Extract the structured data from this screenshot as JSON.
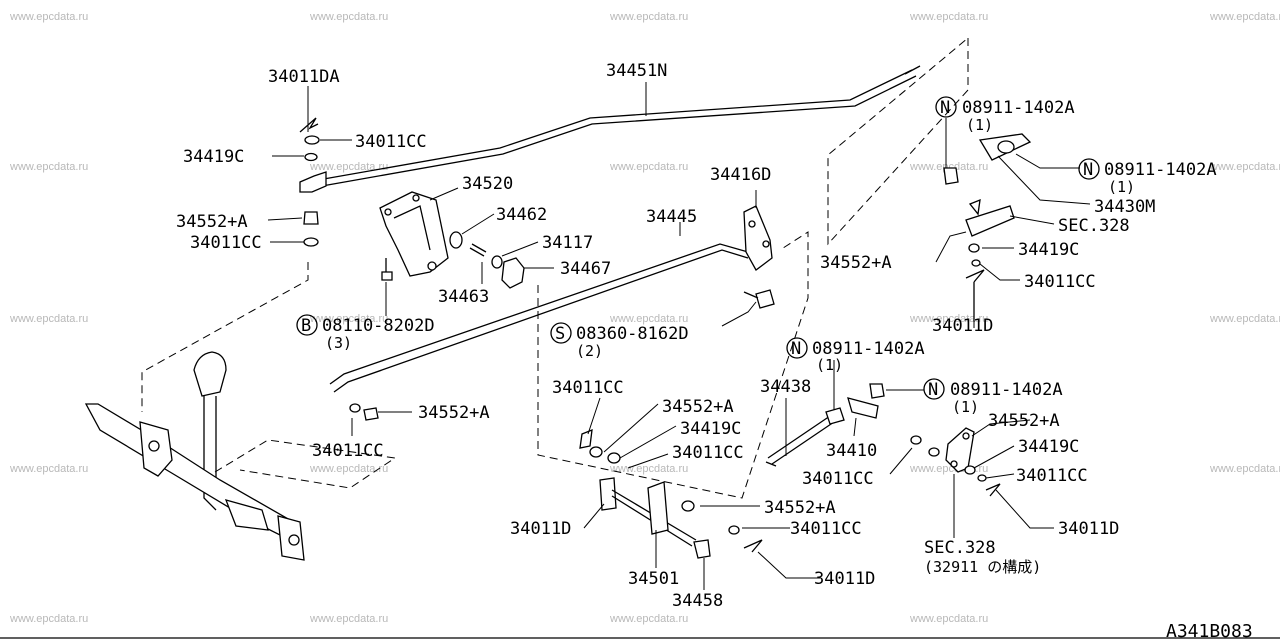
{
  "diagram_code": "A341B083",
  "watermark": "www.epcdata.ru",
  "labels": {
    "p34011DA": "34011DA",
    "p34451N": "34451N",
    "p34011CC_a": "34011CC",
    "p34419C_a": "34419C",
    "p34552A_a": "34552+A",
    "p34011CC_b": "34011CC",
    "p34520": "34520",
    "p34462": "34462",
    "p34117": "34117",
    "p34467": "34467",
    "p34463": "34463",
    "p34445": "34445",
    "p34416D": "34416D",
    "p08110": "08110-8202D",
    "p08110_qty": "(3)",
    "p08360": "08360-8162D",
    "p08360_qty": "(2)",
    "p34552A_b": "34552+A",
    "p34011CC_c": "34011CC",
    "n08911_a": "08911-1402A",
    "n08911_a_qty": "(1)",
    "n08911_b": "08911-1402A",
    "n08911_b_qty": "(1)",
    "p34430M": "34430M",
    "sec328_a": "SEC.328",
    "p34552A_c": "34552+A",
    "p34419C_b": "34419C",
    "p34011CC_d": "34011CC",
    "p34011D_a": "34011D",
    "n08911_c": "08911-1402A",
    "n08911_c_qty": "(1)",
    "n08911_d": "08911-1402A",
    "n08911_d_qty": "(1)",
    "p34438": "34438",
    "p34011CC_e": "34011CC",
    "p34552A_d": "34552+A",
    "p34419C_c": "34419C",
    "p34011CC_f": "34011CC",
    "p34011D_b": "34011D",
    "p34552A_e": "34552+A",
    "p34011CC_g": "34011CC",
    "p34501": "34501",
    "p34458": "34458",
    "p34011D_c": "34011D",
    "p34410": "34410",
    "p34011CC_h": "34011CC",
    "p34552A_f": "34552+A",
    "p34419C_d": "34419C",
    "p34011CC_i": "34011CC",
    "p34011D_d": "34011D",
    "sec328_b": "SEC.328",
    "sec328_b_note": "(32911 の構成)"
  },
  "symbols": {
    "N": "N",
    "B": "B",
    "S": "S"
  }
}
